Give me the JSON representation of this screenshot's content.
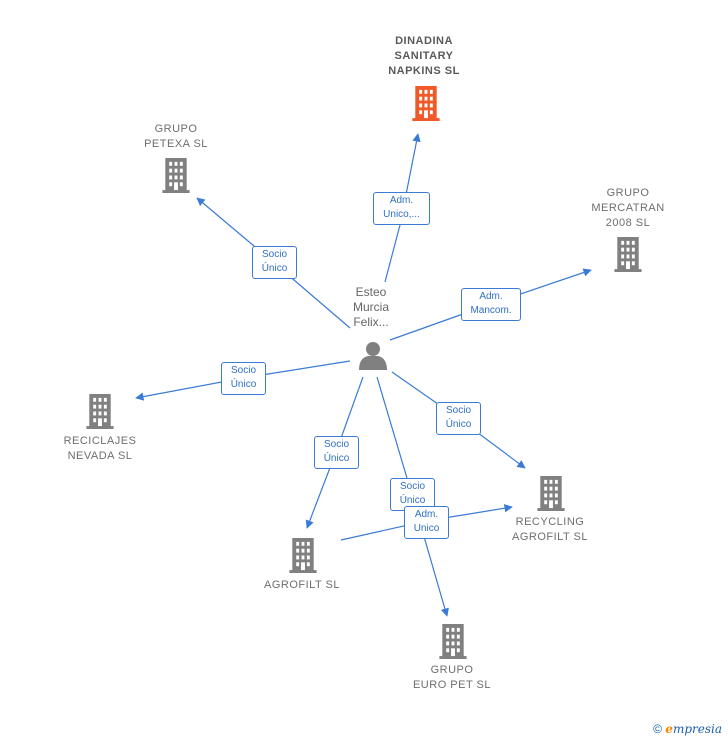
{
  "nodes": {
    "dinadina": "DINADINA\nSANITARY\nNAPKINS  SL",
    "petexa": "GRUPO\nPETEXA  SL",
    "mercatran": "GRUPO\nMERCATRAN\n2008 SL",
    "reciclajes": "RECICLAJES\nNEVADA  SL",
    "recycling": "RECYCLING\nAGROFILT  SL",
    "agrofilt": "AGROFILT  SL",
    "europet": "GRUPO\nEURO PET SL"
  },
  "person": {
    "name": "Esteo\nMurcia\nFelix..."
  },
  "edges": {
    "dinadina": "Adm.\nUnico,...",
    "petexa": "Socio\nÚnico",
    "mercatran": "Adm.\nMancom.",
    "reciclajes": "Socio\nÚnico",
    "recycling": "Socio\nÚnico",
    "agrofilt": "Socio\nÚnico",
    "europet": "Socio\nÚnico",
    "agrofilt_recycling": "Adm.\nUnico"
  },
  "colors": {
    "edge": "#3a7bd5",
    "building": "#808080",
    "focus_building": "#f05a28",
    "person": "#808080"
  },
  "watermark": {
    "copyright": "©",
    "brand_initial": "e",
    "brand_rest": "mpresia"
  }
}
